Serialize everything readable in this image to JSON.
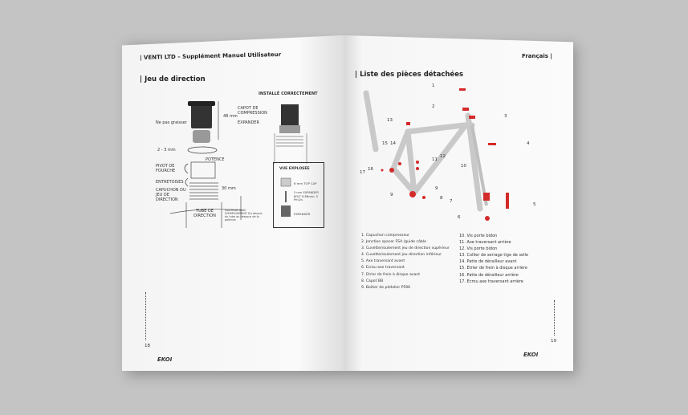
{
  "left_page": {
    "header": "| VENTI LTD – Supplément Manuel Utilisateur",
    "section_title": "| Jeu de direction",
    "installed_title": "INSTALLÉ CORRECTEMENT",
    "labels": {
      "no_grease": "Ne pas graisser",
      "height_48": "48 mm",
      "gap": "2 - 3 mm",
      "fork_pivot": "PIVOT DE FOURCHE",
      "stem": "POTENCE",
      "spacers": "ENTRETOISES",
      "headset_cap": "CAPUCHON DU JEU DE DIRECTION",
      "mm30": "30 mm",
      "head_tube": "TUBE DE DIRECTION",
      "max_height": "HAUTEUR MAXI D'EMPLOIEMENT Du dessus du tube au dessous de la potence",
      "compression_cap": "CAPOT DE COMPRESSION",
      "expander": "EXPANDER"
    },
    "exploded": {
      "title": "VUE EXPLOSÉE",
      "top_cap": "6 mm TOP CAP",
      "bolt": "5 mm EXPANDER BOLT 6.8Nmm, 5 Pm/2s",
      "expander": "EXPANDER"
    },
    "page_number": "18",
    "logo": "EKOI"
  },
  "right_page": {
    "language": "Français |",
    "section_title": "| Liste des pièces détachées",
    "callouts": [
      "1",
      "2",
      "3",
      "4",
      "5",
      "6",
      "7",
      "8",
      "9",
      "10",
      "11",
      "12",
      "13",
      "14",
      "15",
      "16",
      "17",
      "9"
    ],
    "parts_col1": [
      "1.  Capuchon compresseur",
      "2.  Jonction spacer FSA /guide câble",
      "3.  Cuvette/roulement jeu de direction supérieur",
      "4.  Cuvette/roulement jeu direction inférieur",
      "5.  Axe traversant avant",
      "6.  Ecrou axe traversant",
      "7.  Etrier de frein à disque avant",
      "8.  Capot BB",
      "9.  Boitier de pédalier PF86"
    ],
    "parts_col2": [
      "10.  Vis porte bidon",
      "11.  Axe traversant arrière",
      "12.  Vis porte bidon",
      "13.  Collier de serrage tige de selle",
      "14.  Patte de dérailleur avant",
      "15.  Etrier de frein à disque arrière",
      "16.  Patte de dérailleur arrière",
      "17.  Ecrou axe traversant arrière"
    ],
    "page_number": "19",
    "logo": "EKOI"
  },
  "colors": {
    "accent_red": "#d42a2a",
    "background": "#c4c4c4"
  }
}
